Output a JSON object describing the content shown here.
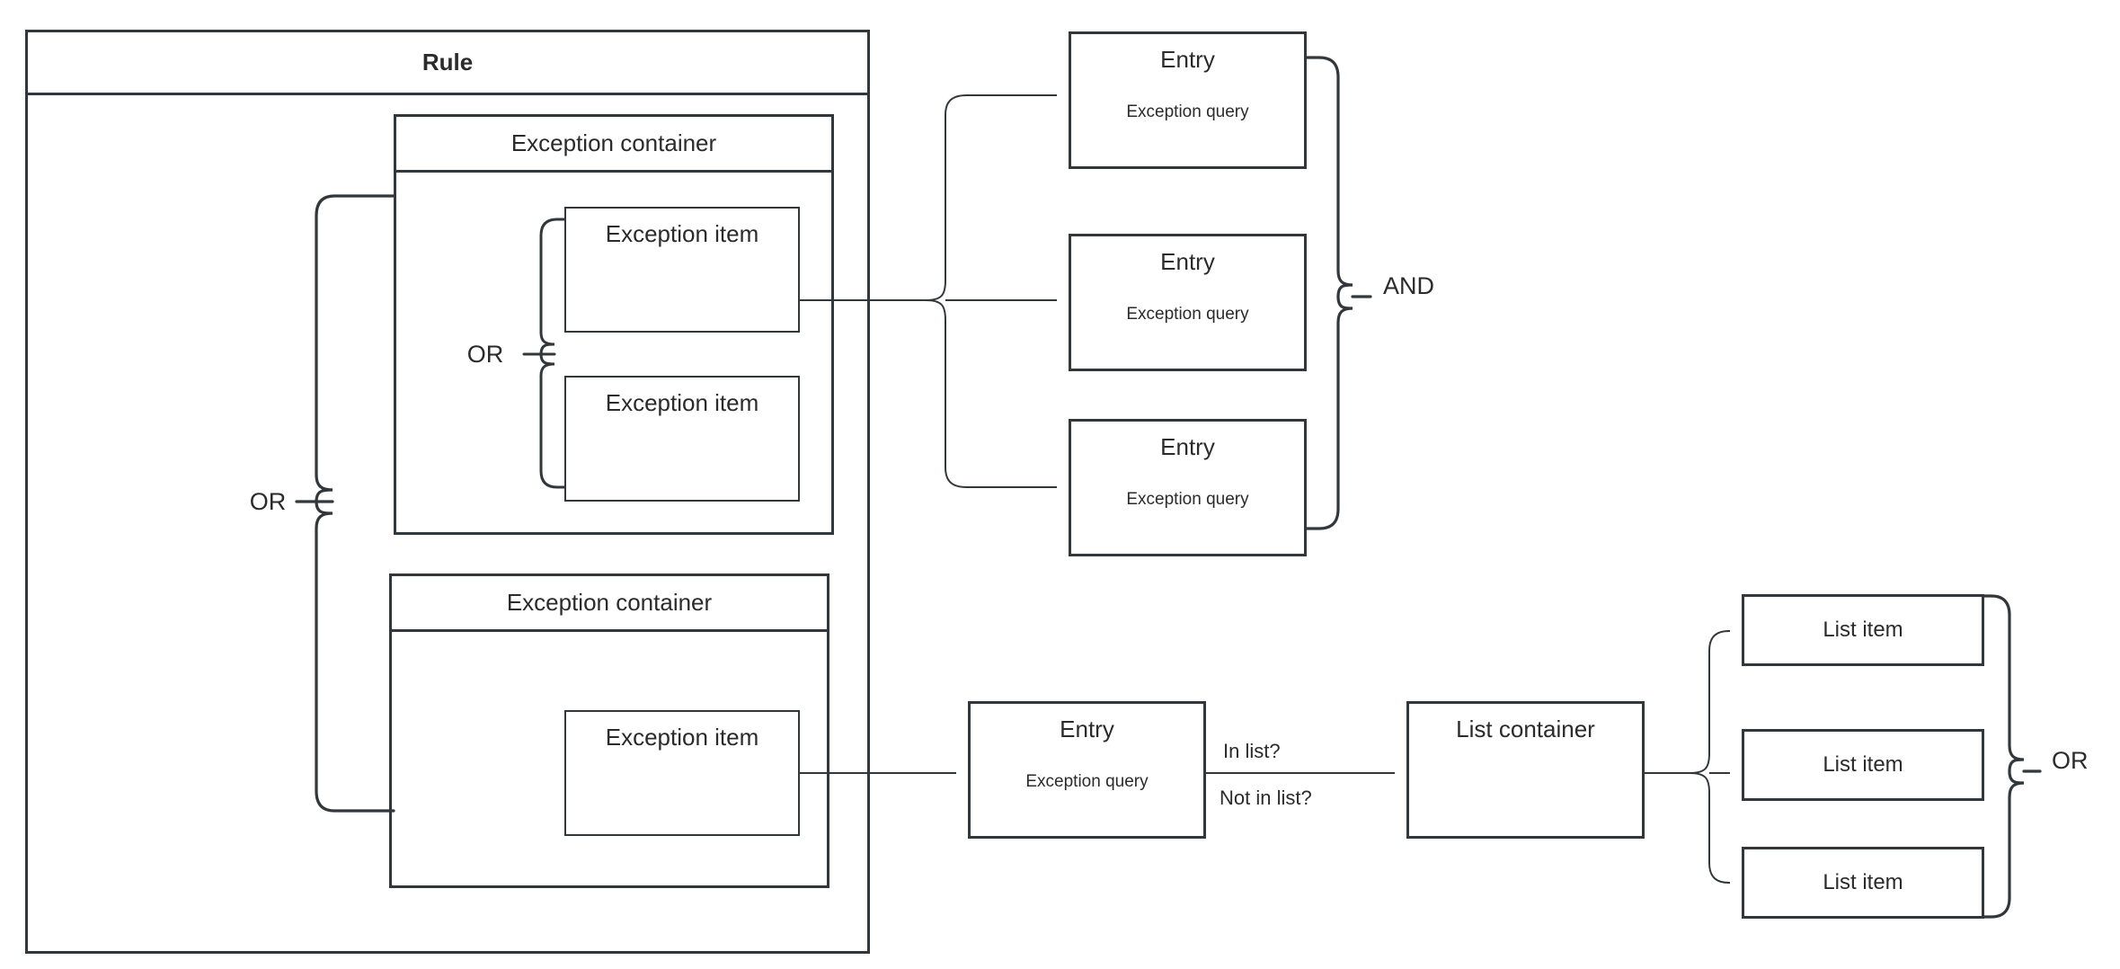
{
  "diagram": {
    "title": "Rule",
    "operators": {
      "outer_or": "OR",
      "inner_or": "OR",
      "entries_and": "AND",
      "list_or": "OR"
    },
    "edge_labels": {
      "in_list": "In list?",
      "not_in_list": "Not in list?"
    },
    "exception_containers": [
      {
        "title": "Exception container",
        "items": [
          {
            "title": "Exception item",
            "body": ""
          },
          {
            "title": "Exception item",
            "body": ""
          }
        ]
      },
      {
        "title": "Exception container",
        "items": [
          {
            "title": "Exception item",
            "body": ""
          }
        ]
      }
    ],
    "entries": [
      {
        "title": "Entry",
        "body": "Exception query"
      },
      {
        "title": "Entry",
        "body": "Exception query"
      },
      {
        "title": "Entry",
        "body": "Exception query"
      }
    ],
    "list_entry": {
      "title": "Entry",
      "body": "Exception query"
    },
    "list_container": {
      "title": "List container",
      "body": ""
    },
    "list_items": [
      {
        "title": "List item"
      },
      {
        "title": "List item"
      },
      {
        "title": "List item"
      }
    ],
    "colors": {
      "stroke": "#32373b",
      "text": "#2b2b2b",
      "background": "#ffffff"
    }
  }
}
